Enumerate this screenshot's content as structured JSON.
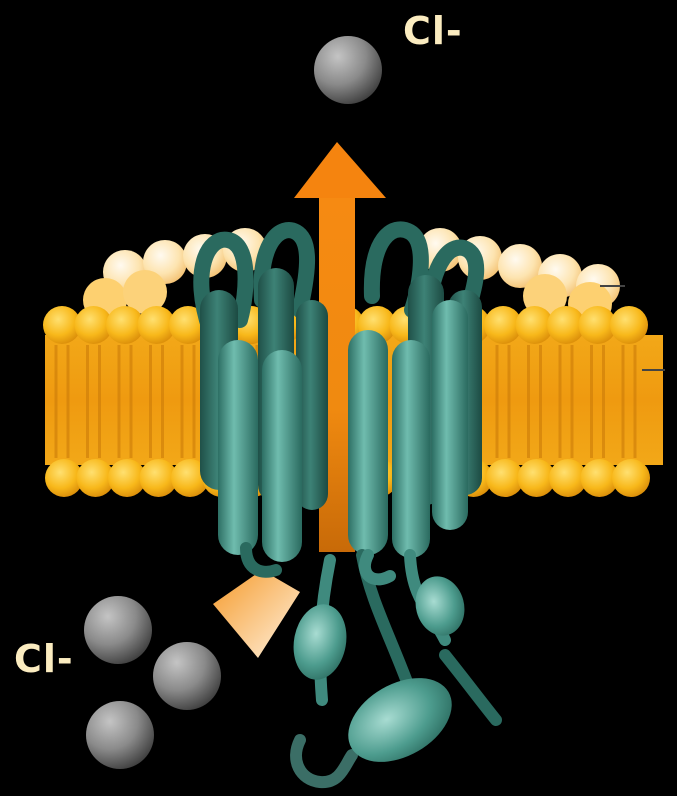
{
  "labels": {
    "top_ion": "Cl-",
    "bottom_ion": "Cl-"
  },
  "colors": {
    "background": "#000000",
    "label_text": "#fbecc0",
    "ion_sphere": "#8c8c8c",
    "lipid_head": "#f8b81a",
    "lipid_tail": "#e89a10",
    "protein_dark": "#2e6e64",
    "protein_light": "#4c9c8e",
    "arrow": "#f08a10"
  },
  "icons": {
    "ion": "grey-sphere",
    "membrane": "phospholipid-bilayer",
    "channel": "ion-channel-protein",
    "flow": "up-arrow"
  }
}
